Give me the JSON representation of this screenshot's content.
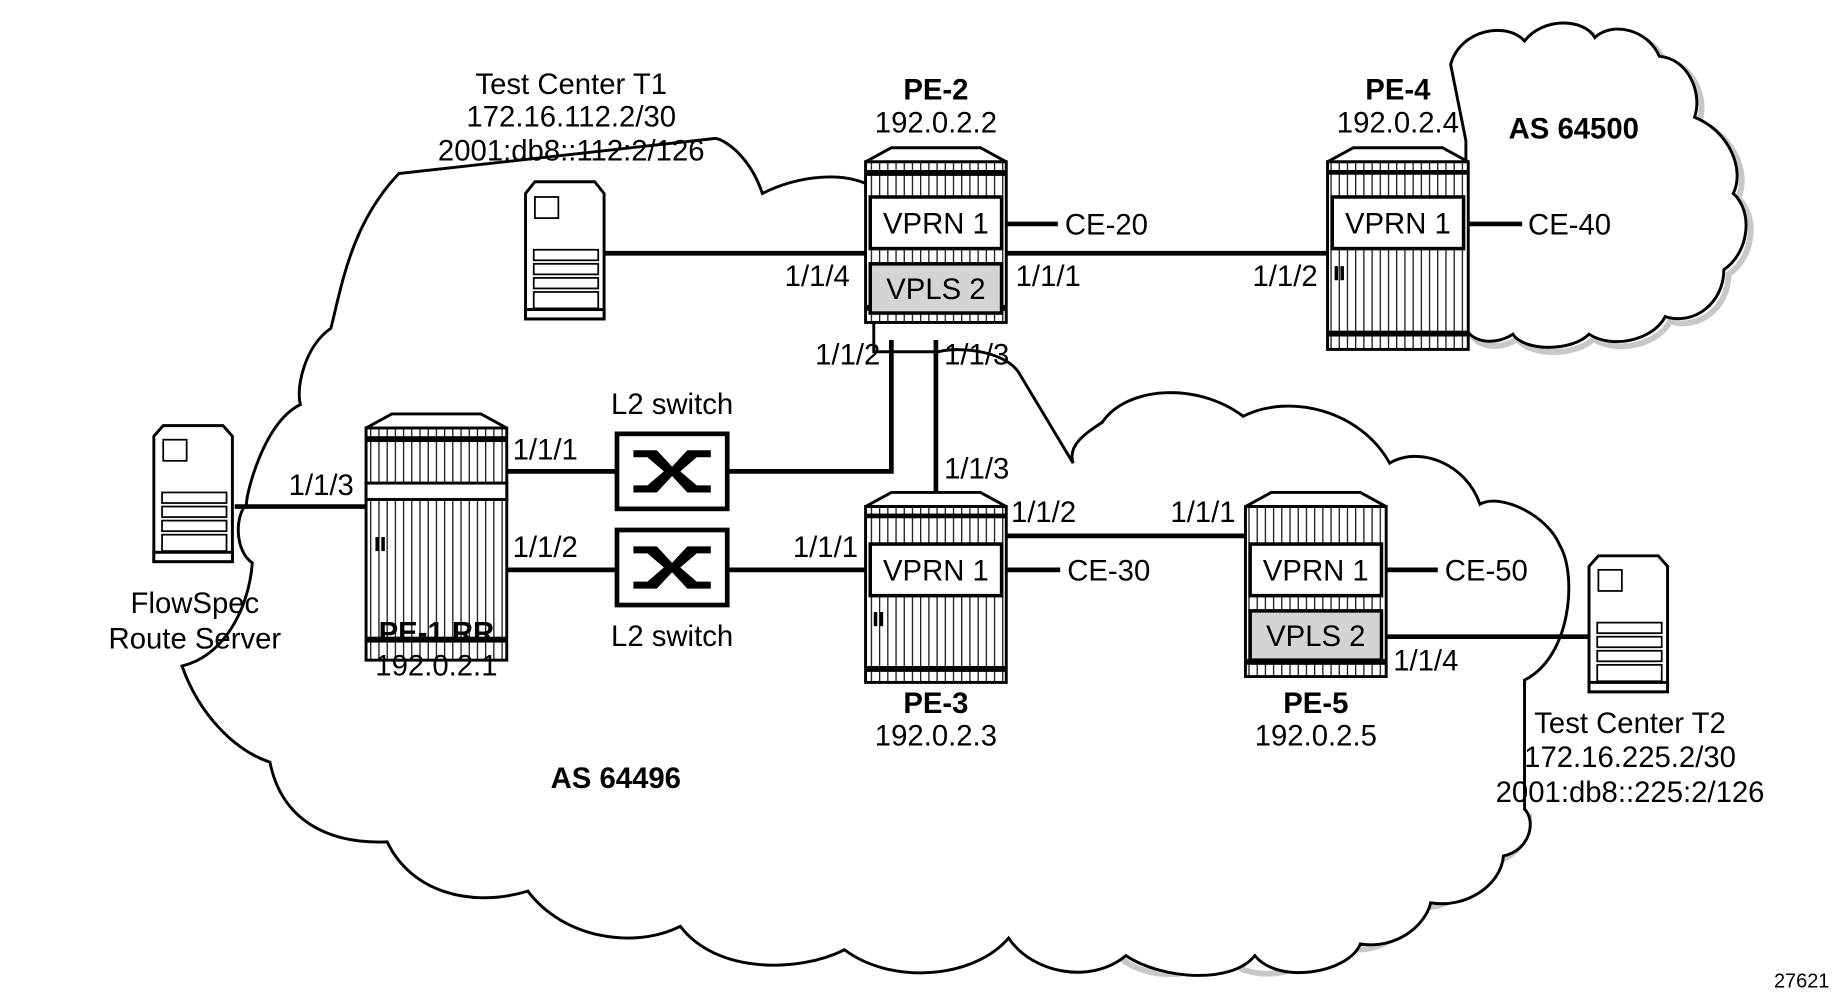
{
  "diagram": {
    "figure_id": "27621",
    "clouds": [
      {
        "id": "as64496",
        "label": "AS 64496"
      },
      {
        "id": "as64500",
        "label": "AS 64500"
      }
    ],
    "nodes": {
      "pe1": {
        "name": "PE-1 RR",
        "ip": "192.0.2.1"
      },
      "pe2": {
        "name": "PE-2",
        "ip": "192.0.2.2",
        "services": [
          "VPRN 1",
          "VPLS 2"
        ]
      },
      "pe3": {
        "name": "PE-3",
        "ip": "192.0.2.3",
        "services": [
          "VPRN 1"
        ]
      },
      "pe4": {
        "name": "PE-4",
        "ip": "192.0.2.4",
        "services": [
          "VPRN 1"
        ]
      },
      "pe5": {
        "name": "PE-5",
        "ip": "192.0.2.5",
        "services": [
          "VPRN 1",
          "VPLS 2"
        ]
      },
      "tc1": {
        "name": "Test Center T1",
        "ipv4": "172.16.112.2/30",
        "ipv6": "2001:db8::112:2/126"
      },
      "tc2": {
        "name": "Test Center T2",
        "ipv4": "172.16.225.2/30",
        "ipv6": "2001:db8::225:2/126"
      },
      "rs": {
        "name_line1": "FlowSpec",
        "name_line2": "Route Server"
      },
      "sw1": {
        "name": "L2 switch"
      },
      "sw2": {
        "name": "L2 switch"
      }
    },
    "ce": {
      "ce20": "CE-20",
      "ce30": "CE-30",
      "ce40": "CE-40",
      "ce50": "CE-50"
    },
    "ports": {
      "pe2_tc1": "1/1/4",
      "pe2_pe4": "1/1/1",
      "pe4_pe2": "1/1/2",
      "pe2_sw1": "1/1/2",
      "pe2_pe3": "1/1/3",
      "pe3_pe2": "1/1/3",
      "pe1_sw1": "1/1/1",
      "pe1_sw2": "1/1/2",
      "pe1_rs": "1/1/3",
      "pe3_sw2": "1/1/1",
      "pe3_pe5": "1/1/2",
      "pe5_pe3": "1/1/1",
      "pe5_tc2": "1/1/4"
    }
  }
}
